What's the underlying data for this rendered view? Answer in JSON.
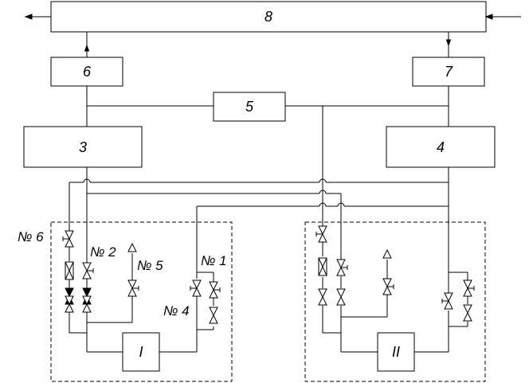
{
  "blocks": {
    "b8": "8",
    "b6": "6",
    "b7": "7",
    "b5": "5",
    "b3": "3",
    "b4": "4",
    "bI": "I",
    "bII": "II"
  },
  "valve_labels": {
    "n6": "№ 6",
    "n2": "№ 2",
    "n5": "№ 5",
    "n1": "№ 1",
    "n4": "№ 4"
  }
}
